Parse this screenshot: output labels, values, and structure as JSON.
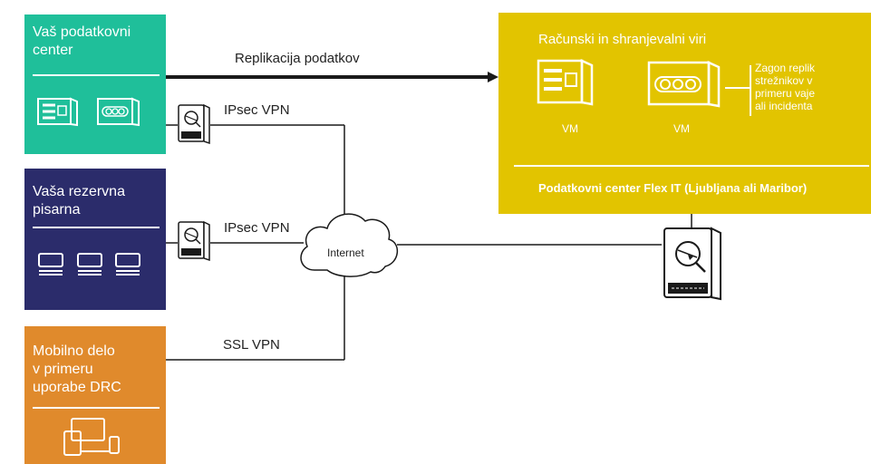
{
  "colors": {
    "teal": "#1fbf9a",
    "navy": "#2b2c6b",
    "orange": "#e08a2c",
    "yellow": "#e2c400",
    "line": "#1a1a1a"
  },
  "boxes": {
    "datacenter": {
      "title_line1": "Vaš podatkovni",
      "title_line2": "center"
    },
    "backup_office": {
      "title_line1": "Vaša rezervna",
      "title_line2": "pisarna"
    },
    "mobile": {
      "title_line1": "Mobilno delo",
      "title_line2": "v primeru",
      "title_line3": "uporabe DRC"
    },
    "flexit": {
      "resources_label": "Računski in shranjevalni viri",
      "vm1_label": "VM",
      "vm2_label": "VM",
      "note_line1": "Zagon replik",
      "note_line2": "strežnikov v",
      "note_line3": "primeru vaje",
      "note_line4": "ali incidenta",
      "footer": "Podatkovni center Flex IT (Ljubljana ali Maribor)"
    }
  },
  "connections": {
    "replication": "Replikacija podatkov",
    "ipsec1": "IPsec VPN",
    "ipsec2": "IPsec VPN",
    "ssl": "SSL VPN",
    "internet": "Internet"
  }
}
